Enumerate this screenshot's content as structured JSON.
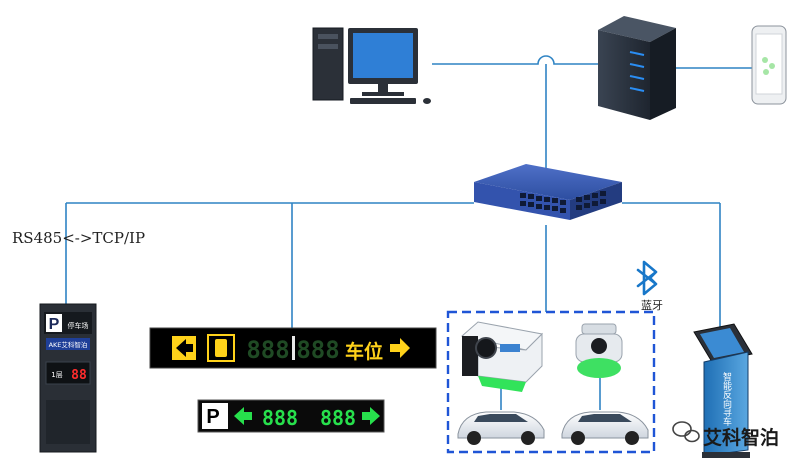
{
  "labels": {
    "protocol": "RS485<->TCP/IP",
    "bluetooth": "蓝牙",
    "brand": "艾科智泊"
  },
  "devices": {
    "guidance_panel": {
      "parking_letter": "P",
      "header": "停车场",
      "brand_badge": "AKE艾科智泊",
      "floor_text": "1层",
      "count_digits": "88"
    },
    "sign_yellow": {
      "digits_left": "888",
      "digits_right": "888",
      "suffix": "车位"
    },
    "sign_green": {
      "parking_letter": "P",
      "digits_left": "888",
      "digits_right": "888"
    },
    "kiosk": {
      "vertical_text": "智能反向寻车"
    }
  },
  "colors": {
    "link_line": "#2f84c4",
    "dashed_box": "#1f55d6",
    "switch_body": "#2d4ea0",
    "sign_yellow": "#ffd21a",
    "led_green": "#27e04c",
    "led_red": "#ff2d2d",
    "bluetooth": "#1877c9"
  }
}
